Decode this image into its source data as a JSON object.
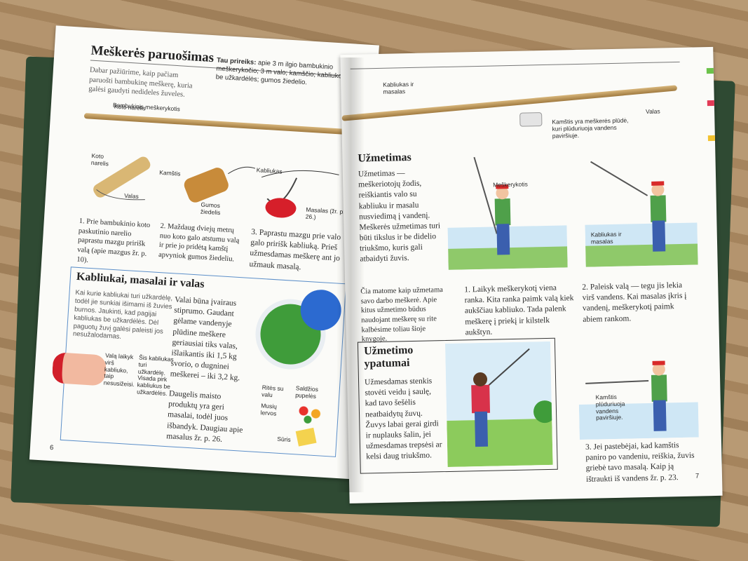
{
  "left_page": {
    "title": "Meškerės paruošimas",
    "intro": "Dabar pažiūrime, kaip pačiam paruošti bambukinę meškerę, kuria galėsi gaudyti nedideles žuveles.",
    "needs_label": "Tau prireiks:",
    "needs_text": "apie 3 m ilgio bambukinio meškerykočio; 3 m valo; kamščio; kabliuko be užkardėlės; gumos žiedelio.",
    "rod_label": "Bambukinis meškerykotis",
    "step_labels": [
      "Koto narelis",
      "Valas",
      "Kamštis",
      "Gumos žiedelis",
      "Kabliukas",
      "Masalas (žr. p. 26.)"
    ],
    "step1": "1. Prie bambukinio koto paskutinio narelio paprastu mazgu pririšk valą (apie mazgus žr. p. 10).",
    "step2": "2. Maždaug dviejų metrų nuo koto galo atstumu valą ir prie jo pridėtą kamštį apvyniok gumos žiedeliu.",
    "step3": "3. Paprastu mazgu prie valo galo pririšk kabliuką. Prieš užmesdamas meškerę ant jo užmauk masalą.",
    "box_title": "Kabliukai, masalai ir valas",
    "box_col1": "Kai kurie kabliukai turi užkardėlę, todėl jie sunkiai išimami iš žuvies burnos. Jaukinti, kad pagijai kabliukas be užkardėlės. Dėl paguotų žuvį galėsi paleisti jos nesužalodamas.",
    "box_col2": "Valai būna įvairaus stiprumo. Gaudant gėlame vandenyje plūdine meškere geriausiai tiks valas, išlaikantis iki 1,5 kg svorio, o dugninei meškerei – iki 3,2 kg.",
    "box_col3": "Daugelis maisto produktų yra geri masalai, todėl juos išbandyk. Daugiau apie masalus žr. p. 26.",
    "hook_label_a": "Valą laikyk virš kabliuko, taip nesusižeisi.",
    "hook_label_b": "Šis kabliukas turi užkardėlę. Visada pirk kabliukus be užkardėlės.",
    "bait_labels": [
      "Ritės su valu",
      "Saldžios pupelės",
      "Musių lervos",
      "Sūris"
    ],
    "page_number": "6"
  },
  "right_page": {
    "top_labels": [
      "Kabliukas ir masalas",
      "Kamštis yra meškerės plūdė, kuri plūduriuoja vandens paviršiuje.",
      "Valas"
    ],
    "section1_title": "Užmetimas",
    "section1_text": "Užmetimas — meškeriotojų žodis, reiškiantis valo su kabliuku ir masalu nusviedimą į vandenį. Meškerės užmetimas turi būti tikslus ir be didelio triukšmo, kuris gali atbaidyti žuvis.",
    "fig_labels": [
      "Meškerykotis",
      "Kabliukas ir masalas",
      "Kamštis plūduriuoja vandens paviršiuje."
    ],
    "intro2": "Čia matome kaip užmetama savo darbo meškerė. Apie kitus užmetimo būdus naudojant meškerę su rite kalbėsime toliau šioje knygoje.",
    "step1": "1. Laikyk meškerykotį viena ranka. Kita ranka paimk valą kiek aukščiau kabliuko. Tada palenk meškerę į priekį ir kilstelk aukštyn.",
    "step2": "2. Paleisk valą — tegu jis lekia virš vandens. Kai masalas įkris į vandenį, meškerykotį paimk abiem rankom.",
    "step3": "3. Jei pastebėjai, kad kamštis paniro po vandeniu, reiškia, žuvis griebė tavo masalą. Kaip ją ištraukti iš vandens žr. p. 23.",
    "box_title": "Užmetimo ypatumai",
    "box_text": "Užmesdamas stenkis stovėti veidu į saulę, kad tavo šešėlis neatbaidytų žuvų. Žuvys labai gerai girdi ir nuplauks šalin, jei užmesdamas trepsėsi ar kelsi daug triukšmo.",
    "page_number": "7"
  },
  "colors": {
    "frame_blue": "#5c8fc9",
    "tab_green": "#6cc24a",
    "tab_red": "#e23b57",
    "tab_yellow": "#f2c230"
  }
}
